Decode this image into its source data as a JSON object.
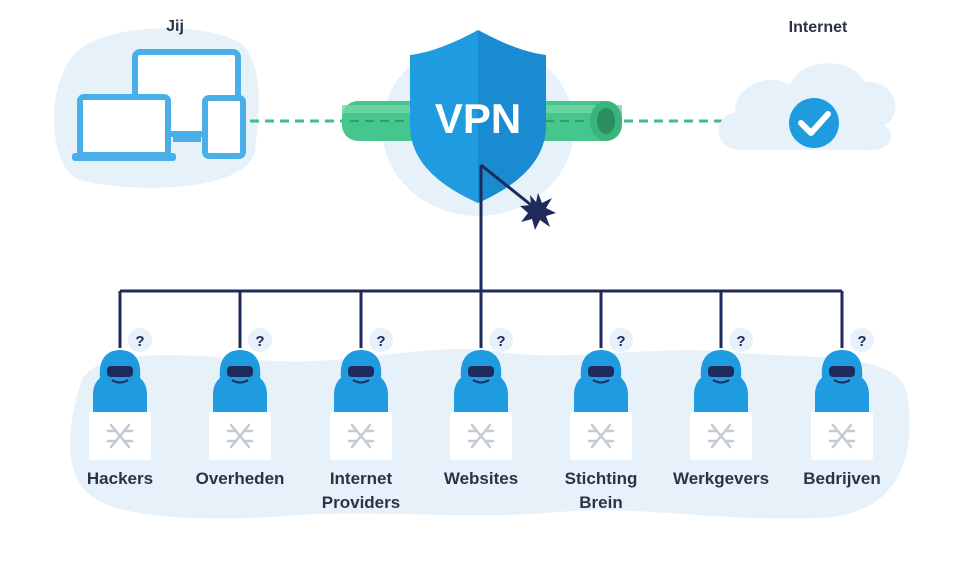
{
  "you_label": "Jij",
  "internet_label": "Internet",
  "vpn_label": "VPN",
  "question_mark": "?",
  "colors": {
    "blob": "#e7f1f9",
    "device_blue": "#4aaee8",
    "tunnel_green": "#46c68c",
    "shield_blue": "#1f9be0",
    "navy": "#1f2a5c",
    "dash": "#3cbf86",
    "text": "#2c3345"
  },
  "actors": [
    {
      "line1": "Hackers",
      "line2": ""
    },
    {
      "line1": "Overheden",
      "line2": ""
    },
    {
      "line1": "Internet",
      "line2": "Providers"
    },
    {
      "line1": "Websites",
      "line2": ""
    },
    {
      "line1": "Stichting",
      "line2": "Brein"
    },
    {
      "line1": "Werkgevers",
      "line2": ""
    },
    {
      "line1": "Bedrijven",
      "line2": ""
    }
  ]
}
